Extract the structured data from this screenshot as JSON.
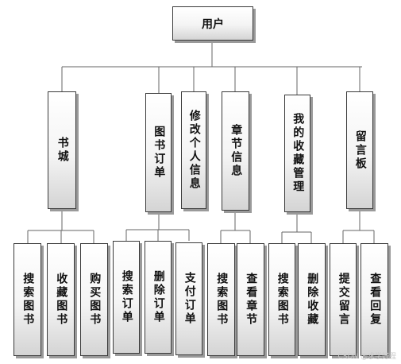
{
  "root": "用户",
  "modules": [
    {
      "label": "书城",
      "children": [
        "搜索图书",
        "收藏图书",
        "购买图书"
      ]
    },
    {
      "label": "图书订单",
      "children": [
        "搜索订单",
        "删除订单",
        "支付订单"
      ]
    },
    {
      "label": "修改个人信息",
      "children": []
    },
    {
      "label": "章节信息",
      "children": [
        "搜索图书",
        "查看章节"
      ]
    },
    {
      "label": "我的收藏管理",
      "children": [
        "搜索图书",
        "删除收藏"
      ]
    },
    {
      "label": "留言板",
      "children": [
        "提交留言",
        "查看回复"
      ]
    }
  ],
  "watermark": "CSDN @求学好程"
}
